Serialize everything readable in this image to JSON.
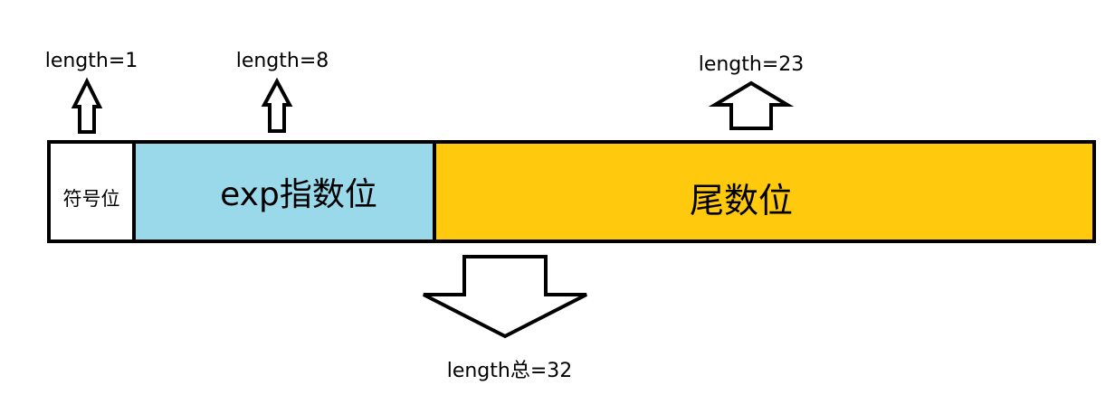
{
  "diagram": {
    "fields": [
      {
        "id": "sign",
        "label": "符号位",
        "length_label": "length=1",
        "fill": "#ffffff"
      },
      {
        "id": "exp",
        "label": "exp指数位",
        "length_label": "length=8",
        "fill": "#99d9ea"
      },
      {
        "id": "mantissa",
        "label": "尾数位",
        "length_label": "length=23",
        "fill": "#ffc90e"
      }
    ],
    "total_label": "length总=32",
    "colors": {
      "outline": "#000000",
      "sign": "#ffffff",
      "exp": "#99d9ea",
      "mantissa": "#ffc90e",
      "background": "#ffffff"
    }
  }
}
